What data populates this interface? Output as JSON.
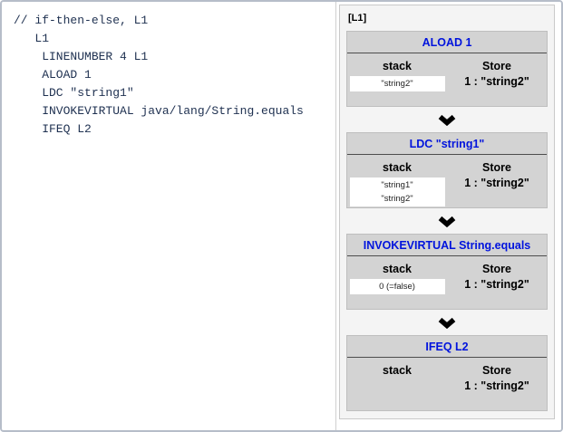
{
  "code_panel": {
    "lines": [
      "// if-then-else, L1",
      "   L1",
      "    LINENUMBER 4 L1",
      "    ALOAD 1",
      "    LDC \"string1\"",
      "    INVOKEVIRTUAL java/lang/String.equals",
      "    IFEQ L2"
    ]
  },
  "frames_panel": {
    "label": "[L1]",
    "stack_heading": "stack",
    "store_heading": "Store",
    "arrow_icon": "chevron-down-icon",
    "blocks": [
      {
        "title": "ALOAD 1",
        "stack_items": [
          "\"string2\""
        ],
        "store_entries": [
          "1 : \"string2\""
        ]
      },
      {
        "title": "LDC \"string1\"",
        "stack_items": [
          "\"string1\"",
          "\"string2\""
        ],
        "store_entries": [
          "1 : \"string2\""
        ]
      },
      {
        "title": "INVOKEVIRTUAL String.equals",
        "stack_items": [
          "0 (=false)"
        ],
        "store_entries": [
          "1 : \"string2\""
        ]
      },
      {
        "title": "IFEQ L2",
        "stack_items": [],
        "store_entries": [
          "1 : \"string2\""
        ]
      }
    ]
  },
  "colors": {
    "instruction_title": "#0013dd",
    "block_background": "#d3d3d3",
    "panel_background": "#f4f4f4",
    "code_text": "#1e3050",
    "outer_border": "#b6bdc9"
  }
}
